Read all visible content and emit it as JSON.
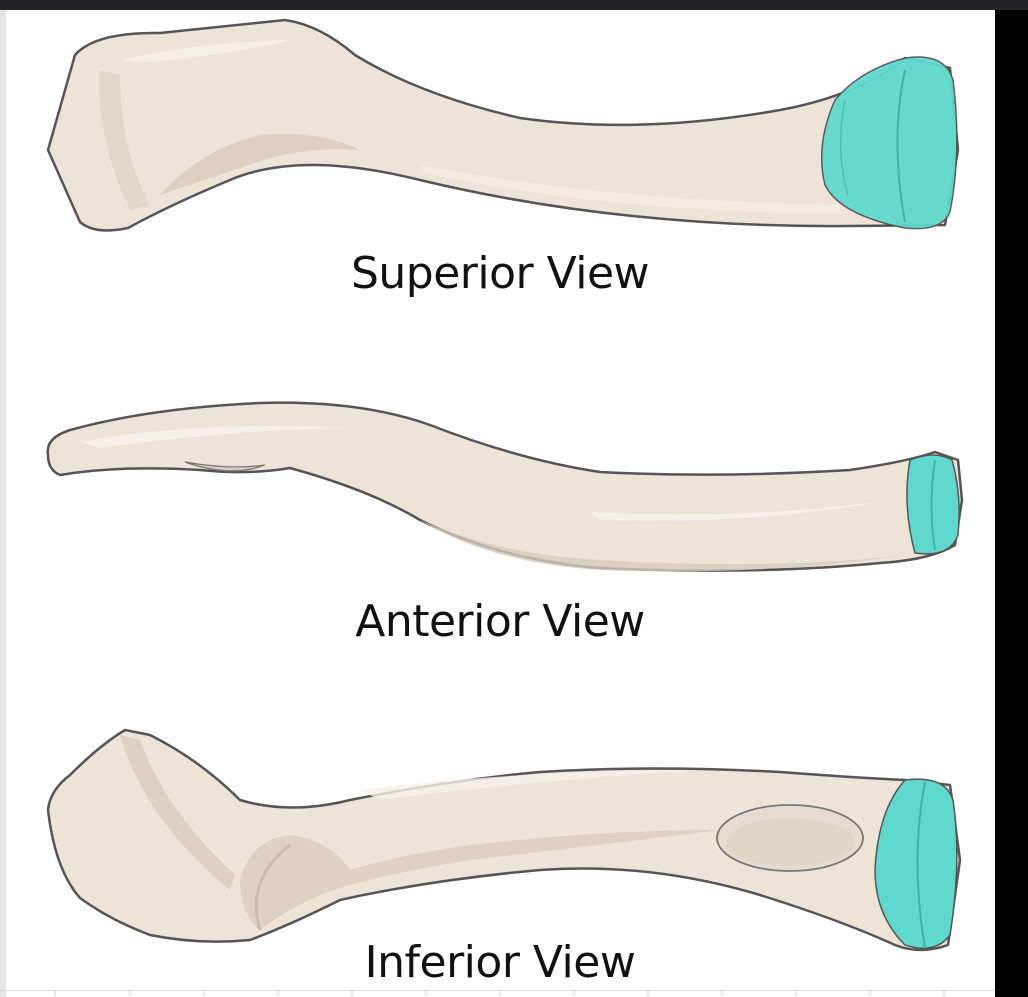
{
  "views": [
    {
      "label": "Superior View"
    },
    {
      "label": "Anterior View"
    },
    {
      "label": "Inferior View"
    }
  ],
  "colors": {
    "bone_fill": "#ede3d6",
    "bone_shade": "#d8cdbd",
    "bone_outline": "#555555",
    "articular_surface": "#5fd9cd",
    "top_bar": "#232327",
    "right_bar": "#000000"
  }
}
